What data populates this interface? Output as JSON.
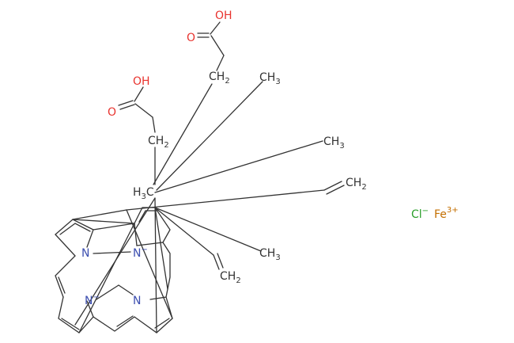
{
  "colors": {
    "bond": "#333333",
    "carbon_label": "#333333",
    "oxygen": "#e8332e",
    "nitrogen": "#3d4fb0",
    "chlorine": "#2ca02c",
    "iron": "#c46f00"
  },
  "labels": {
    "oh_top": "OH",
    "o_top": "O",
    "oh_mid": "OH",
    "o_mid": "O",
    "ch2_upper": "CH",
    "ch2_upper_sub": "2",
    "ch3_top": "CH",
    "ch3_top_sub": "3",
    "ch2_left": "CH",
    "ch2_left_sub": "2",
    "ch3_right": "CH",
    "ch3_right_sub": "3",
    "ch2_vinyl_right": "CH",
    "ch2_vinyl_right_sub": "2",
    "h3c": "H",
    "h3c_sub": "3",
    "h3c_c": "C",
    "ch3_lower": "CH",
    "ch3_lower_sub": "3",
    "ch2_vinyl_lower": "CH",
    "ch2_vinyl_lower_sub": "2",
    "n1": "N",
    "n2": "N",
    "n3": "N",
    "n4": "N",
    "n_charge": "−",
    "cl": "Cl",
    "cl_charge": "−",
    "fe": "Fe",
    "fe_charge": "3+"
  }
}
